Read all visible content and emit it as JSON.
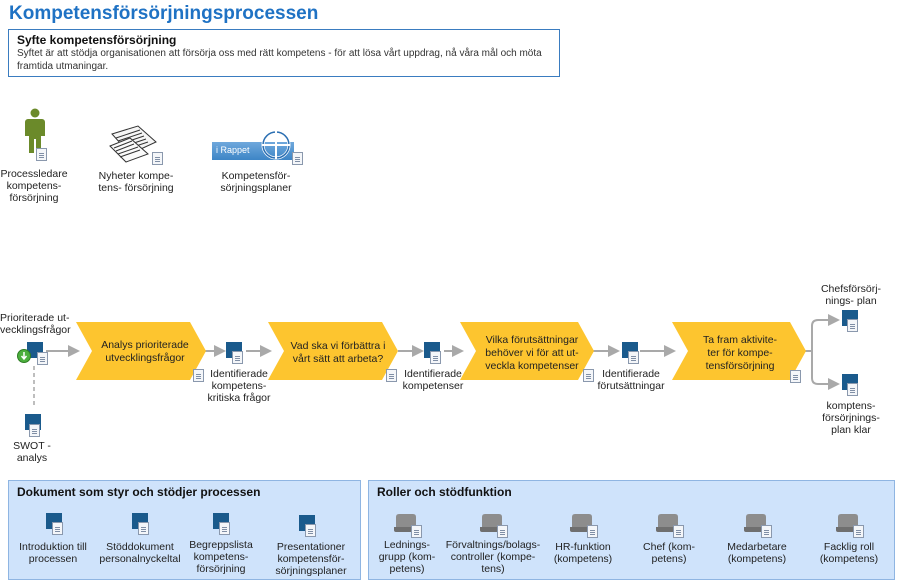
{
  "title": "Kompetensförsörjningsprocessen",
  "purpose": {
    "heading": "Syfte kompetensförsörjning",
    "text": "Syftet är att stödja organisationen att försörja oss med rätt kompetens - för att lösa vårt uppdrag, nå våra mål och möta framtida utmaningar."
  },
  "top_items": [
    {
      "label_lines": [
        "Processledare",
        "kompetens-",
        "försörjning"
      ]
    },
    {
      "label_lines": [
        "Nyheter kompe-",
        "tens- försörjning"
      ]
    },
    {
      "label_lines": [
        "Kompetensför-",
        "sörjningsplaner"
      ],
      "banner": "i Rappet"
    }
  ],
  "flow": {
    "start_lines": [
      "Prioriterade ut-",
      "vecklingsfrågor"
    ],
    "swot_lines": [
      "SWOT -",
      "analys"
    ],
    "activities": [
      {
        "lines": [
          "Analys prioriterade",
          "utvecklingsfrågor"
        ]
      },
      {
        "lines": [
          "Vad ska vi förbättra i",
          "vårt sätt att arbeta?"
        ]
      },
      {
        "lines": [
          "Vilka förutsättningar",
          "behöver vi för att ut-",
          "veckla kompetenser"
        ]
      },
      {
        "lines": [
          "Ta fram aktivite-",
          "ter för kompe-",
          "tensförsörjning"
        ]
      }
    ],
    "outputs": [
      {
        "lines": [
          "Identifierade",
          "kompetens-",
          "kritiska frågor"
        ]
      },
      {
        "lines": [
          "Identifierade",
          "kompetenser"
        ]
      },
      {
        "lines": [
          "Identifierade",
          "förutsättningar"
        ]
      }
    ],
    "end_top_lines": [
      "Chefsförsörj-",
      "nings- plan"
    ],
    "end_bottom_lines": [
      "komptens-",
      "försörjnings-",
      "plan klar"
    ]
  },
  "docs_panel": {
    "heading": "Dokument som styr och stödjer processen",
    "items": [
      {
        "lines": [
          "Introduktion till",
          "processen"
        ]
      },
      {
        "lines": [
          "Stöddokument",
          "personalnyckeltal"
        ]
      },
      {
        "lines": [
          "Begreppslista",
          "kompetens-",
          "försörjning"
        ]
      },
      {
        "lines": [
          "Presentationer",
          "kompetensför-",
          "sörjningsplaner"
        ]
      }
    ]
  },
  "roles_panel": {
    "heading": "Roller och stödfunktion",
    "items": [
      {
        "lines": [
          "Lednings-",
          "grupp (kom-",
          "petens)"
        ]
      },
      {
        "lines": [
          "Förvaltnings/bolags-",
          "controller (kompe-",
          "tens)"
        ]
      },
      {
        "lines": [
          "HR-funktion",
          "(kompetens)"
        ]
      },
      {
        "lines": [
          "Chef (kom-",
          "petens)"
        ]
      },
      {
        "lines": [
          "Medarbetare",
          "(kompetens)"
        ]
      },
      {
        "lines": [
          "Facklig roll",
          "(kompetens)"
        ]
      }
    ]
  },
  "colors": {
    "title": "#1f72c4",
    "chevron": "#fdc52f",
    "doc_icon": "#1a5a8c",
    "panel": "#cfe3fb",
    "role_icon": "#8d8d8d",
    "arrow": "#a9a9a9",
    "person": "#6b8a2a"
  }
}
